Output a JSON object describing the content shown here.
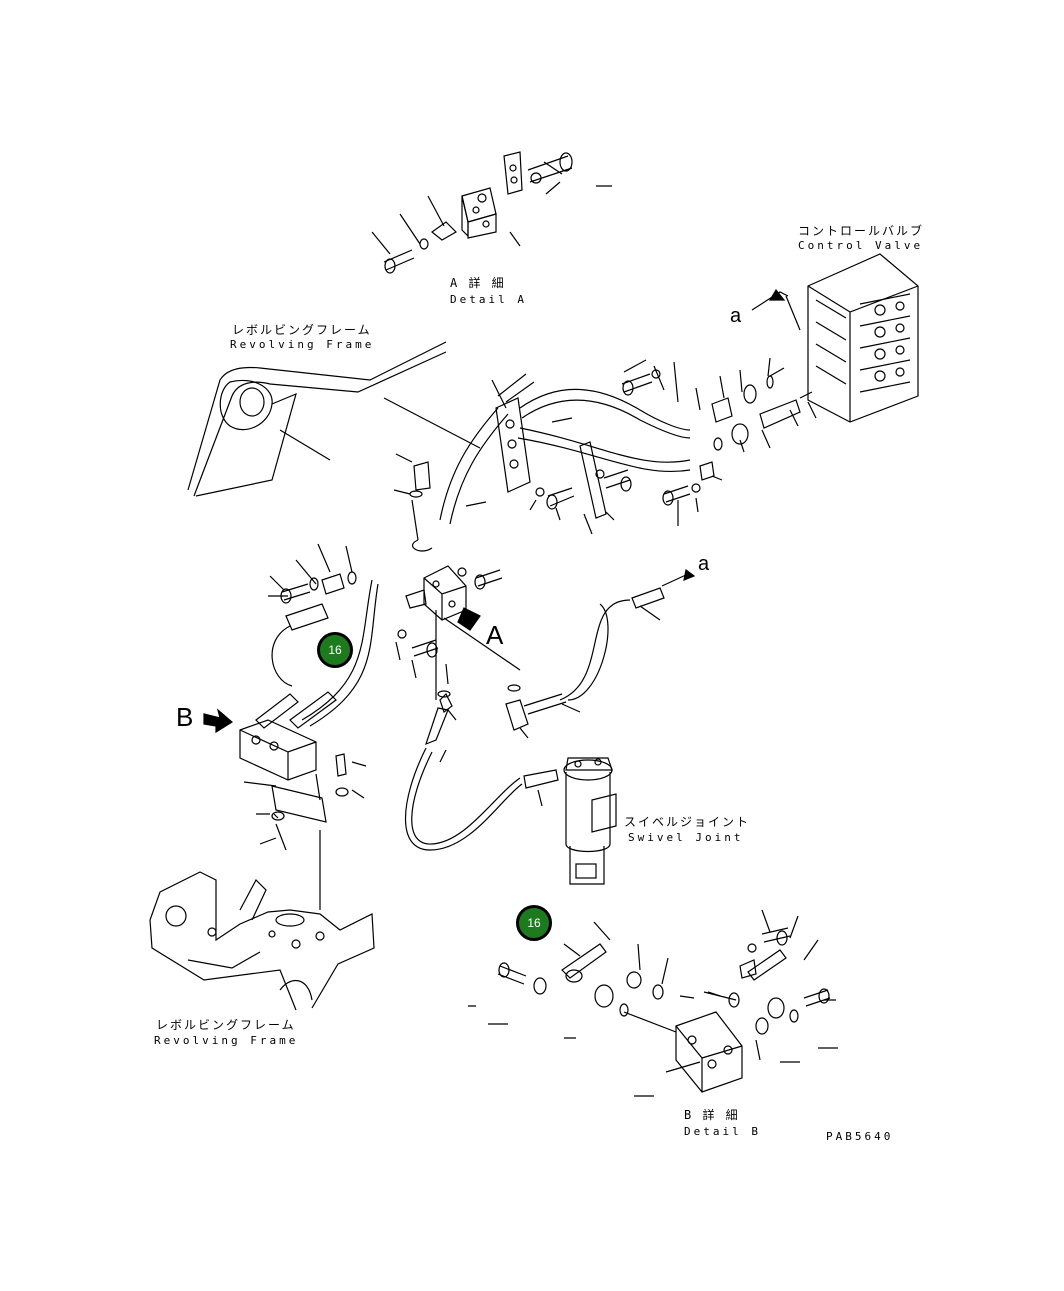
{
  "labels": {
    "control_valve_jp": "コントロールバルブ",
    "control_valve_en": "Control Valve",
    "detail_a_jp": "A 詳 細",
    "detail_a_en": "Detail A",
    "revolving_frame_top_jp": "レボルビングフレーム",
    "revolving_frame_top_en": "Revolving Frame",
    "revolving_frame_bottom_jp": "レボルビングフレーム",
    "revolving_frame_bottom_en": "Revolving Frame",
    "swivel_joint_jp": "スイベルジョイント",
    "swivel_joint_en": "Swivel Joint",
    "detail_b_jp": "B 詳 細",
    "detail_b_en": "Detail B",
    "drawing_number": "PAB5640",
    "arrow_a_top": "a",
    "arrow_a_right": "a",
    "view_a": "A",
    "view_b": "B"
  },
  "badges": {
    "badge_left": "16",
    "badge_bottom": "16"
  }
}
